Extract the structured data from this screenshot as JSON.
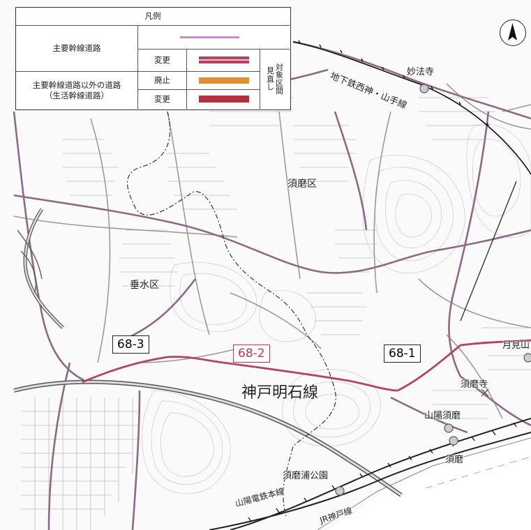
{
  "legend": {
    "title": "凡例",
    "row_main": "主要幹線道路",
    "row_other_l1": "主要幹線道路以外の道路",
    "row_other_l2": "（生活幹線道路）",
    "change1": "変更",
    "abolish": "廃止",
    "change2": "変更",
    "review_chars": [
      "見",
      "直",
      "し",
      "対",
      "象",
      "区",
      "間"
    ],
    "colors": {
      "main": "#c98fc4",
      "change_main": "#b5445f",
      "abolish": "#e0902f",
      "change_other": "#b5303c"
    }
  },
  "map": {
    "ward_suma": "須磨区",
    "ward_tarumi": "垂水区",
    "road_name": "神戸明石線",
    "subway": "地下鉄西神・山手線",
    "sanyo_line": "山陽電鉄本線",
    "jr_line": "JR神戸線",
    "stations": {
      "myohoji": "妙法寺",
      "tsukimi": "月見山",
      "sumadera": "須磨寺",
      "sanyo_suma": "山陽須磨",
      "suma": "須磨",
      "sumaura": "須磨浦公園"
    },
    "sections": {
      "s683": "68-3",
      "s682": "68-2",
      "s681": "68-1"
    },
    "north_icon": "north-arrow-icon"
  }
}
